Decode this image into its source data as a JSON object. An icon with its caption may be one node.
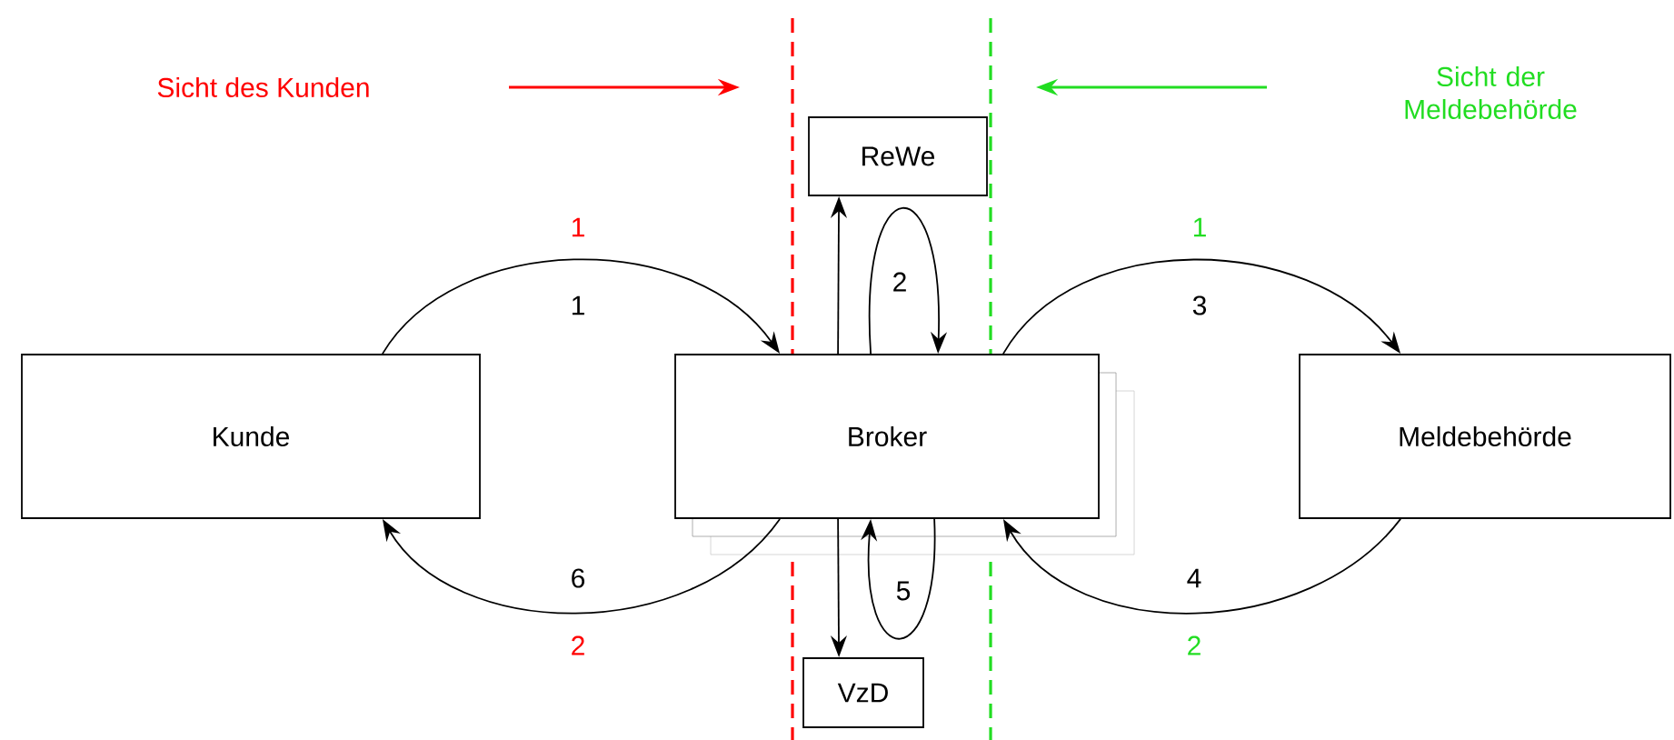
{
  "diagram": {
    "nodes": [
      {
        "text": [
          "Kunde"
        ]
      },
      {
        "text": [
          "Broker"
        ]
      },
      {
        "text": [
          "Meldebehörde"
        ]
      },
      {
        "text": [
          "ReWe"
        ]
      },
      {
        "text": [
          "VzD"
        ]
      }
    ],
    "edges": [
      {
        "from": 0,
        "to": 1,
        "arrow": "to",
        "label": "1"
      },
      {
        "from": 1,
        "to": 3,
        "arrow": "to"
      },
      {
        "from": 1,
        "to": 1,
        "arrow": "to",
        "label": "2"
      },
      {
        "from": 1,
        "to": 2,
        "arrow": "to",
        "label": "3"
      },
      {
        "from": 2,
        "to": 1,
        "arrow": "to",
        "label": "4"
      },
      {
        "from": 1,
        "to": 1,
        "arrow": "to",
        "label": "5"
      },
      {
        "from": 1,
        "to": 4,
        "arrow": "to"
      },
      {
        "from": 1,
        "to": 0,
        "arrow": "to",
        "label": "6"
      }
    ],
    "labels": [
      "Sicht des Kunden",
      "Sicht der Meldebehörde",
      "1",
      "1",
      "2",
      "2"
    ]
  }
}
